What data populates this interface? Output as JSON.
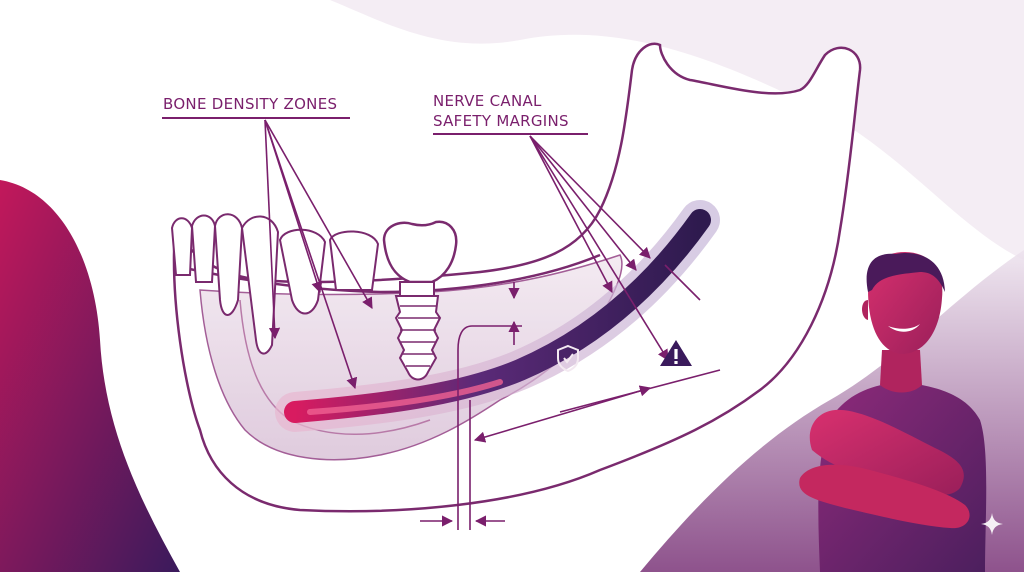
{
  "labels": {
    "bone_density_zones": "BONE DENSITY ZONES",
    "nerve_canal_line1": "NERVE CANAL",
    "nerve_canal_line2": "SAFETY MARGINS"
  },
  "icons": {
    "shield": "shield-check-icon",
    "warning": "warning-triangle-icon",
    "sparkle": "sparkle-icon"
  },
  "colors": {
    "primary": "#7a1f6c",
    "accent_magenta": "#c2185b",
    "deep_purple": "#3a1a5c",
    "outline": "#7a2a6e",
    "background_blob": "#efe6ef"
  }
}
